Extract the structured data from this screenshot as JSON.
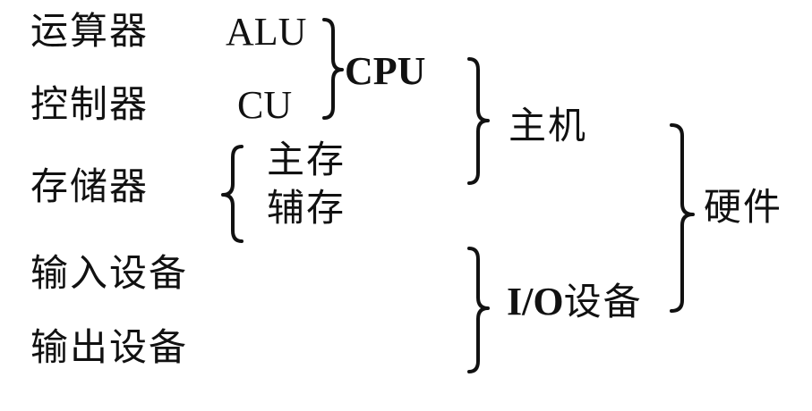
{
  "diagram": {
    "components": [
      {
        "name": "运算器",
        "abbr": "ALU"
      },
      {
        "name": "控制器",
        "abbr": "CU"
      },
      {
        "name": "存储器",
        "sub": [
          "主存",
          "辅存"
        ]
      },
      {
        "name": "输入设备"
      },
      {
        "name": "输出设备"
      }
    ],
    "groups": {
      "cpu": "CPU",
      "host": "主机",
      "io": "I/O设备",
      "hardware": "硬件"
    },
    "hierarchy": {
      "硬件": {
        "主机": {
          "CPU": [
            "运算器 (ALU)",
            "控制器 (CU)"
          ],
          "存储器": [
            "主存",
            "辅存"
          ]
        },
        "I/O设备": [
          "输入设备",
          "输出设备"
        ]
      }
    }
  },
  "colors": {
    "text": "#111111",
    "background": "#ffffff"
  }
}
